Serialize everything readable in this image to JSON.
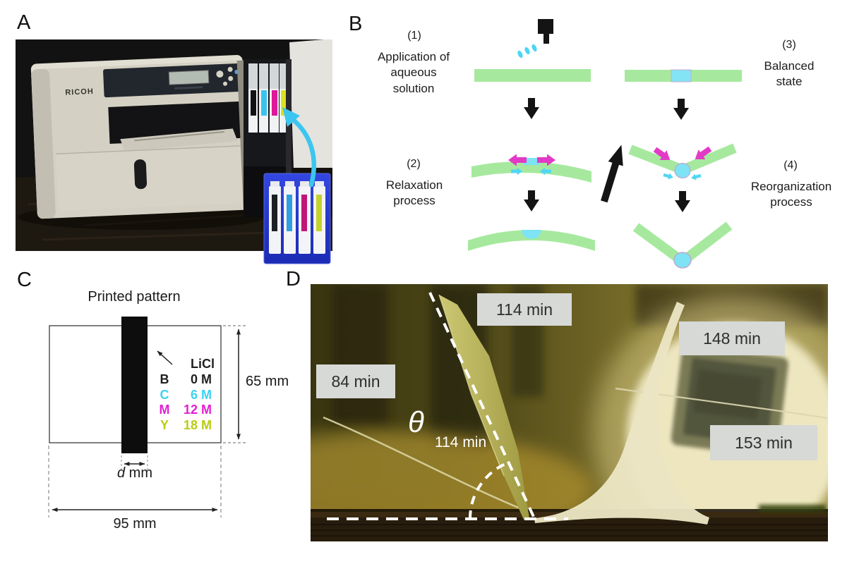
{
  "panels": {
    "a": "A",
    "b": "B",
    "c": "C",
    "d": "D"
  },
  "panel_a": {
    "brand": "RICOH"
  },
  "panel_b": {
    "step1_num": "(1)",
    "step1_caption": "Application of aqueous solution",
    "step2_num": "(2)",
    "step2_caption": "Relaxation process",
    "step3_num": "(3)",
    "step3_caption": "Balanced state",
    "step4_num": "(4)",
    "step4_caption": "Reorganization process"
  },
  "panel_c": {
    "title": "Printed pattern",
    "legend_title": "LiCl",
    "legend": [
      {
        "ink": "B",
        "conc": "0 M",
        "color": "#1f1f1f"
      },
      {
        "ink": "C",
        "conc": "6 M",
        "color": "#3ed2f2"
      },
      {
        "ink": "M",
        "conc": "12 M",
        "color": "#e120d0"
      },
      {
        "ink": "Y",
        "conc": "18 M",
        "color": "#bacc12"
      }
    ],
    "dim_height": "65 mm",
    "dim_width": "95 mm",
    "bar_width_var": "d",
    "bar_width_unit": " mm"
  },
  "panel_d": {
    "labels": [
      "84 min",
      "114 min",
      "148 min",
      "153 min"
    ],
    "theta": "θ",
    "theta_sub": "114 min"
  },
  "colors": {
    "paper_green": "#a6e99e",
    "solution_cyan": "#5ad8f3",
    "stress_magenta": "#e23ac6",
    "label_box_bg": "#d6d9d6",
    "inset_blue": "#2737c8"
  }
}
